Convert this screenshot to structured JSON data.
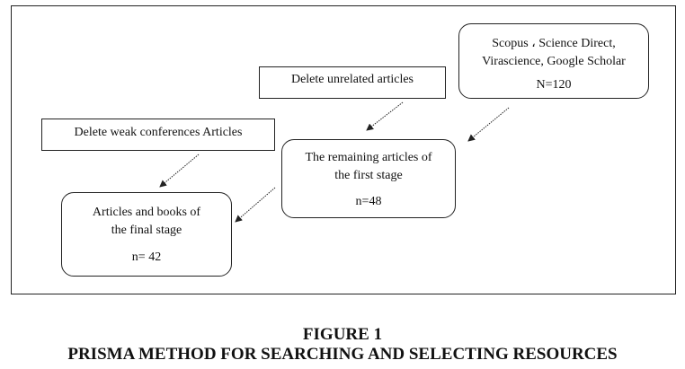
{
  "diagram": {
    "source_box": {
      "line1": "Scopus ، Science Direct,",
      "line2": "Virascience, Google Scholar",
      "count": "N=120"
    },
    "delete_unrelated": {
      "label": "Delete unrelated articles"
    },
    "delete_weak": {
      "label": "Delete weak conferences Articles"
    },
    "first_stage_box": {
      "line1": "The remaining articles of",
      "line2": "the first stage",
      "count": "n=48"
    },
    "final_stage_box": {
      "line1": "Articles and books of",
      "line2": "the final stage",
      "count": "n= 42"
    }
  },
  "caption": {
    "figure_label": "FIGURE 1",
    "title": "PRISMA METHOD FOR SEARCHING AND SELECTING RESOURCES"
  }
}
